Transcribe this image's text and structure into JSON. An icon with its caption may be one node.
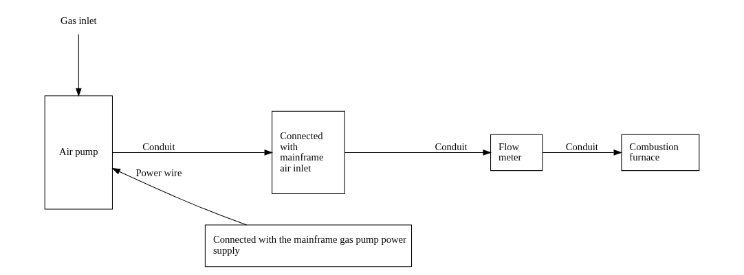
{
  "diagram": {
    "nodes": [
      {
        "text": [
          "Air pump"
        ]
      },
      {
        "text": [
          "Connected with the mainframe gas pump power supply"
        ]
      },
      {
        "text": [
          "Connected with mainframe air inlet"
        ]
      },
      {
        "text": [
          "Flow meter"
        ]
      },
      {
        "text": [
          "Combustion furnace"
        ]
      },
      {
        "text": [
          "Gas inlet"
        ]
      }
    ],
    "edges": [
      {
        "from": 1,
        "to": 0,
        "arrow": "to",
        "label": "Power wire"
      },
      {
        "from": 0,
        "to": 2,
        "arrow": "to",
        "label": "Conduit"
      },
      {
        "from": 2,
        "to": 3,
        "arrow": "to",
        "label": "Conduit"
      },
      {
        "from": 3,
        "to": 4,
        "arrow": "to",
        "label": "Conduit"
      },
      {
        "from": 5,
        "to": 0,
        "arrow": "to"
      }
    ]
  }
}
